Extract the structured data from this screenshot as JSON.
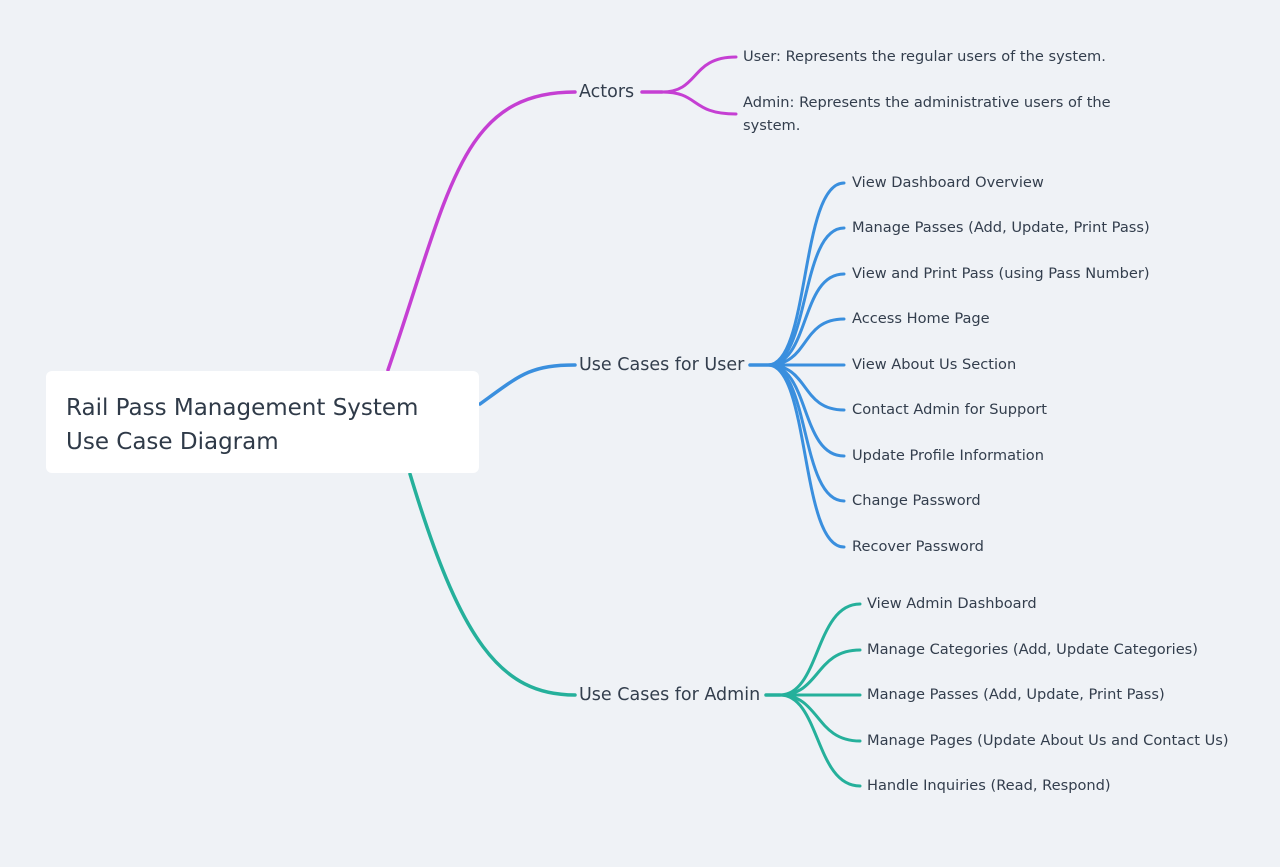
{
  "root": {
    "title": "Rail Pass Management System Use Case Diagram"
  },
  "colors": {
    "actors": "#c53fd3",
    "user": "#3a8fde",
    "admin": "#25b09b",
    "background": "#eff2f6",
    "text": "#333e4d"
  },
  "branches": {
    "actors": {
      "label": "Actors",
      "items": [
        "User: Represents the regular users of the system.",
        "Admin: Represents the administrative users of the system."
      ]
    },
    "user": {
      "label": "Use Cases for User",
      "items": [
        "View Dashboard Overview",
        "Manage Passes (Add, Update, Print Pass)",
        "View and Print Pass (using Pass Number)",
        "Access Home Page",
        "View About Us Section",
        "Contact Admin for Support",
        "Update Profile Information",
        "Change Password",
        "Recover Password"
      ]
    },
    "admin": {
      "label": "Use Cases for Admin",
      "items": [
        "View Admin Dashboard",
        "Manage Categories (Add, Update Categories)",
        "Manage Passes (Add, Update, Print Pass)",
        "Manage Pages (Update About Us and Contact Us)",
        "Handle Inquiries (Read, Respond)"
      ]
    }
  }
}
